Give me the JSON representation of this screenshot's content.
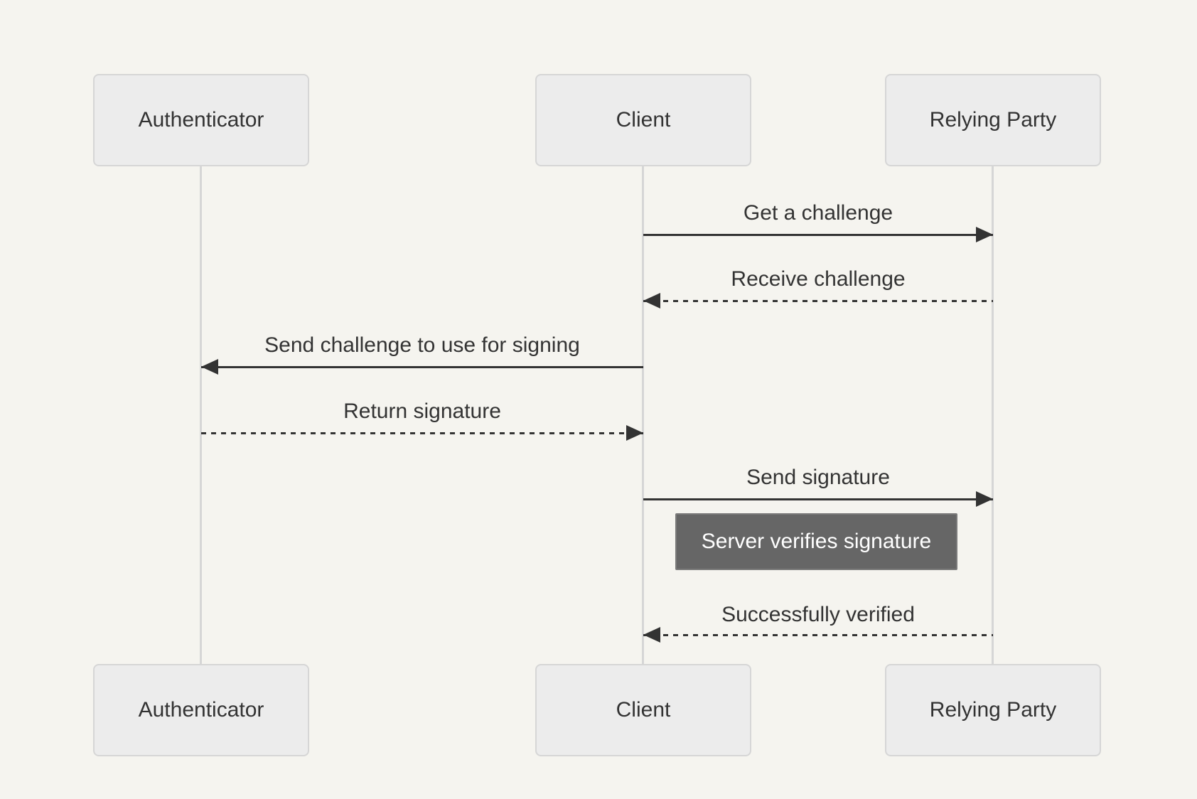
{
  "diagram": {
    "type": "sequence-diagram",
    "actors": [
      {
        "id": "authenticator",
        "label": "Authenticator"
      },
      {
        "id": "client",
        "label": "Client"
      },
      {
        "id": "relying-party",
        "label": "Relying Party"
      }
    ],
    "messages": [
      {
        "from": "Client",
        "to": "Relying Party",
        "label": "Get a challenge",
        "line": "solid",
        "arrow": "right"
      },
      {
        "from": "Relying Party",
        "to": "Client",
        "label": "Receive challenge",
        "line": "dashed",
        "arrow": "left"
      },
      {
        "from": "Client",
        "to": "Authenticator",
        "label": "Send challenge to use for signing",
        "line": "solid",
        "arrow": "left"
      },
      {
        "from": "Authenticator",
        "to": "Client",
        "label": "Return signature",
        "line": "dashed",
        "arrow": "right"
      },
      {
        "from": "Client",
        "to": "Relying Party",
        "label": "Send signature",
        "line": "solid",
        "arrow": "right"
      },
      {
        "from": "Relying Party",
        "to": "Client",
        "label": "Successfully verified",
        "line": "dashed",
        "arrow": "left"
      }
    ],
    "note": {
      "label": "Server verifies signature",
      "placement": "between Client and Relying Party"
    },
    "colors": {
      "background": "#f5f4ef",
      "actor_fill": "#ececec",
      "actor_border": "#d6d6d6",
      "lifeline": "#d6d6d6",
      "text": "#333333",
      "arrow": "#333333",
      "note_fill": "#666666",
      "note_border": "#7a7a7a",
      "note_text": "#ffffff"
    }
  }
}
